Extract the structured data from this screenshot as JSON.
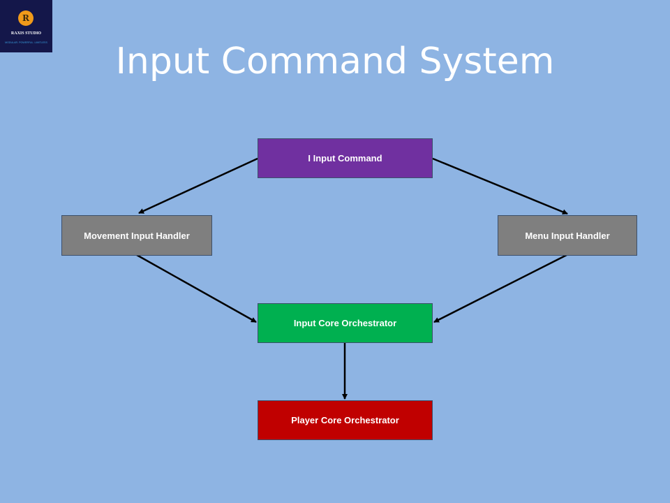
{
  "logo": {
    "name": "RAXIS STUDIO",
    "tagline": "MODULAR. POWERFUL. LIMITLESS"
  },
  "title": "Input Command System",
  "nodes": {
    "interface": {
      "label": "I Input Command",
      "color": "#7030A0"
    },
    "movement": {
      "label": "Movement Input Handler",
      "color": "#7F7F7F"
    },
    "menu": {
      "label": "Menu Input Handler",
      "color": "#7F7F7F"
    },
    "input_core": {
      "label": "Input Core Orchestrator",
      "color": "#00B050"
    },
    "player_core": {
      "label": "Player Core Orchestrator",
      "color": "#C00000"
    }
  },
  "edges": [
    {
      "from": "I Input Command",
      "to": "Movement Input Handler"
    },
    {
      "from": "I Input Command",
      "to": "Menu Input Handler"
    },
    {
      "from": "Movement Input Handler",
      "to": "Input Core Orchestrator"
    },
    {
      "from": "Menu Input Handler",
      "to": "Input Core Orchestrator"
    },
    {
      "from": "Input Core Orchestrator",
      "to": "Player Core Orchestrator"
    }
  ],
  "background": "#8EB4E3"
}
